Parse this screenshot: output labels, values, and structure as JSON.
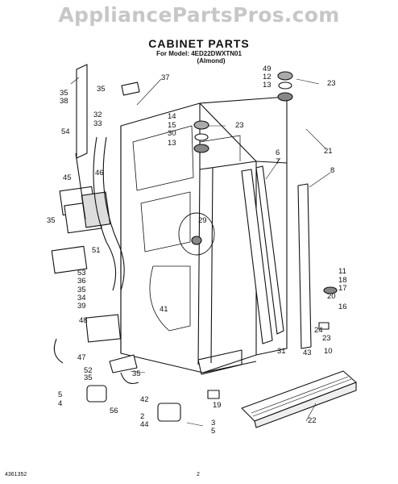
{
  "watermark": "AppliancePartsPros.com",
  "title": "CABINET PARTS",
  "model_line": "For Model: 4ED22DWXTN01",
  "color_line": "(Almond)",
  "footer": {
    "left": "4361352",
    "page": "2"
  },
  "callouts": [
    "35",
    "38",
    "37",
    "35",
    "54",
    "32",
    "33",
    "45",
    "46",
    "35",
    "51",
    "53",
    "36",
    "35",
    "34",
    "39",
    "48",
    "47",
    "52",
    "35",
    "35",
    "5",
    "4",
    "56",
    "42",
    "44",
    "2",
    "3",
    "5",
    "19",
    "22",
    "41",
    "29",
    "14",
    "15",
    "30",
    "13",
    "23",
    "49",
    "12",
    "13",
    "23",
    "6",
    "7",
    "21",
    "8",
    "11",
    "18",
    "17",
    "20",
    "16",
    "24",
    "23",
    "10",
    "31",
    "43"
  ]
}
